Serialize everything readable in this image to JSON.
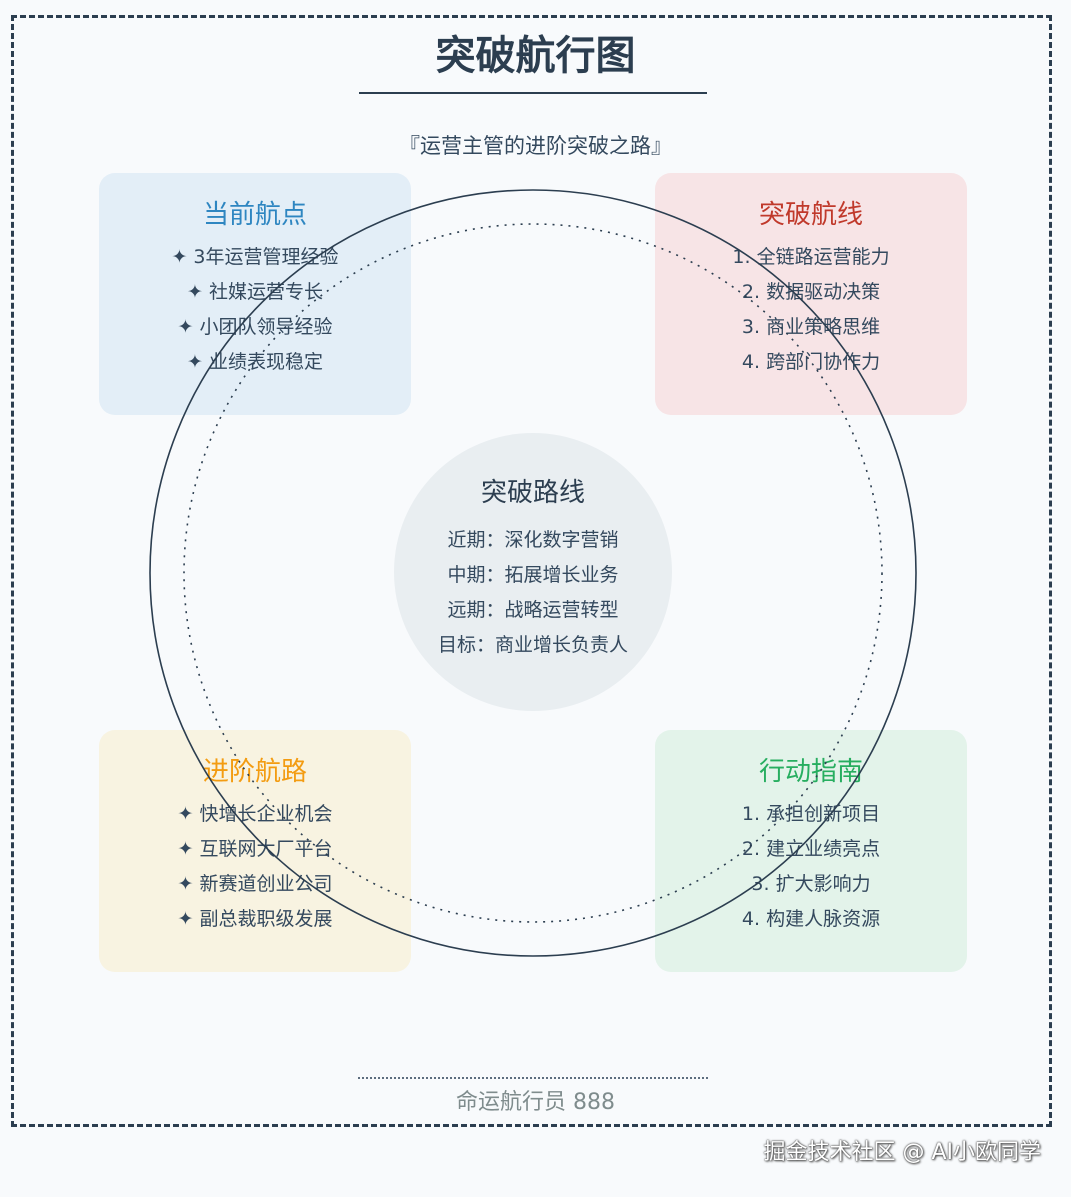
{
  "title": "突破航行图",
  "subtitle": "『运营主管的进阶突破之路』",
  "cards": {
    "current": {
      "title": "当前航点",
      "items": [
        "✦ 3年运营管理经验",
        "✦ 社媒运营专长",
        "✦ 小团队领导经验",
        "✦ 业绩表现稳定"
      ]
    },
    "breakthrough": {
      "title": "突破航线",
      "items": [
        "1. 全链路运营能力",
        "2. 数据驱动决策",
        "3. 商业策略思维",
        "4. 跨部门协作力"
      ]
    },
    "advance": {
      "title": "进阶航路",
      "items": [
        "✦ 快增长企业机会",
        "✦ 互联网大厂平台",
        "✦ 新赛道创业公司",
        "✦ 副总裁职级发展"
      ]
    },
    "action": {
      "title": "行动指南",
      "items": [
        "1. 承担创新项目",
        "2. 建立业绩亮点",
        "3. 扩大影响力",
        "4. 构建人脉资源"
      ]
    }
  },
  "center": {
    "title": "突破路线",
    "items": [
      "近期：深化数字营销",
      "中期：拓展增长业务",
      "远期：战略运营转型",
      "目标：商业增长负责人"
    ]
  },
  "footer": "命运航行员 888",
  "watermark": "掘金技术社区 @ AI小欧同学",
  "colors": {
    "frame": "#2c3e50",
    "current": "#2e86c1",
    "breakthrough": "#c0392b",
    "advance": "#f39c12",
    "action": "#27ae60"
  }
}
